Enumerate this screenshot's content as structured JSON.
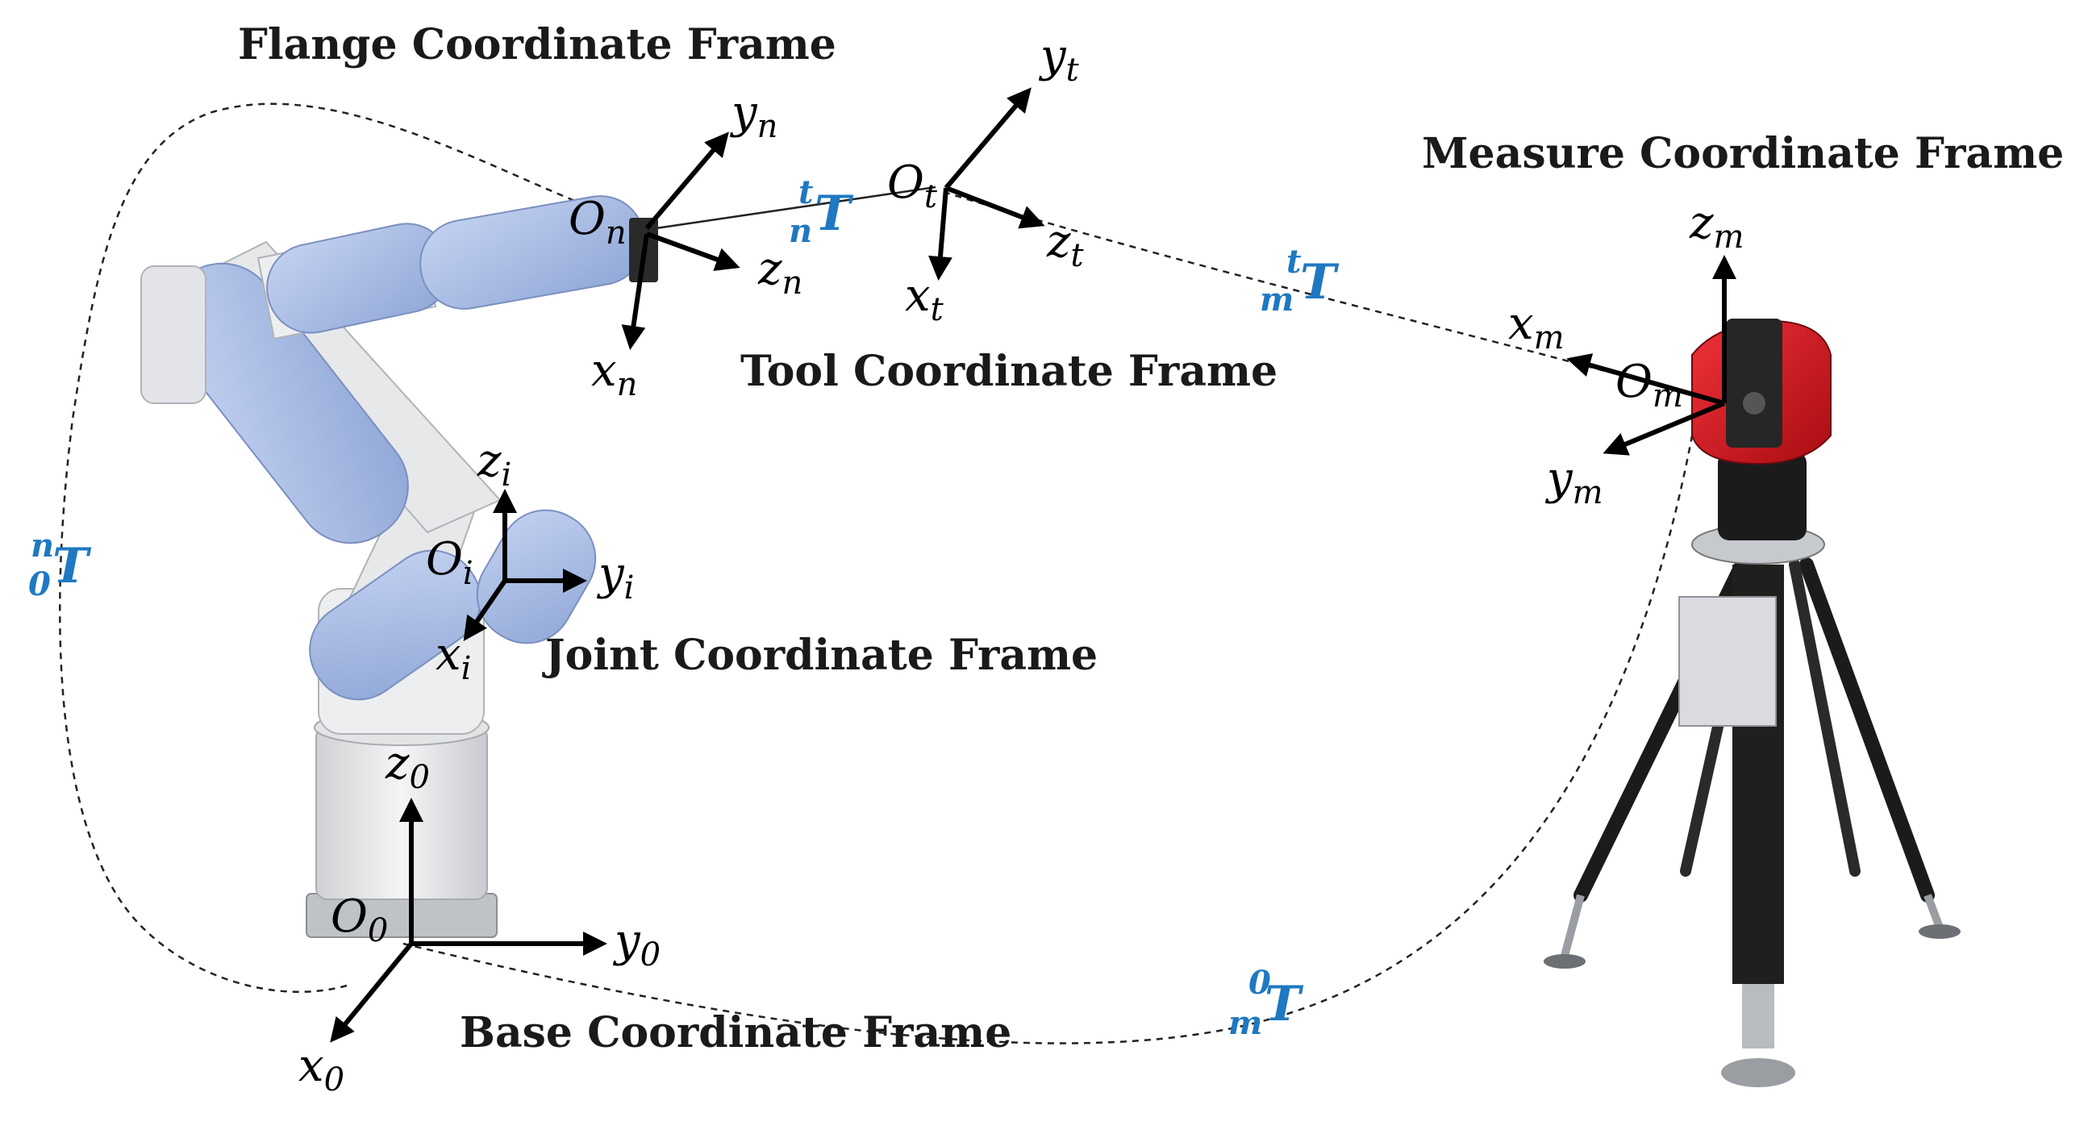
{
  "frames": {
    "flange": "Flange Coordinate Frame",
    "tool": "Tool Coordinate Frame",
    "measure": "Measure Coordinate Frame",
    "joint": "Joint Coordinate Frame",
    "base": "Base Coordinate Frame"
  },
  "axes": {
    "flange": {
      "origin": "O",
      "origin_sub": "n",
      "x": "x",
      "x_sub": "n",
      "y": "y",
      "y_sub": "n",
      "z": "z",
      "z_sub": "n"
    },
    "tool": {
      "origin": "O",
      "origin_sub": "t",
      "x": "x",
      "x_sub": "t",
      "y": "y",
      "y_sub": "t",
      "z": "z",
      "z_sub": "t"
    },
    "measure": {
      "origin": "O",
      "origin_sub": "m",
      "x": "x",
      "x_sub": "m",
      "y": "y",
      "y_sub": "m",
      "z": "z",
      "z_sub": "m"
    },
    "joint": {
      "origin": "O",
      "origin_sub": "i",
      "x": "x",
      "x_sub": "i",
      "y": "y",
      "y_sub": "i",
      "z": "z",
      "z_sub": "i"
    },
    "base": {
      "origin": "O",
      "origin_sub": "0",
      "x": "x",
      "x_sub": "0",
      "y": "y",
      "y_sub": "0",
      "z": "z",
      "z_sub": "0"
    }
  },
  "transforms": {
    "flange_to_tool": {
      "sup": "t",
      "sub": "n",
      "main": "T"
    },
    "tool_to_measure": {
      "sup": "t",
      "sub": "m",
      "main": "T"
    },
    "base_to_flange": {
      "sup": "n",
      "sub": "0",
      "main": "T"
    },
    "base_to_measure": {
      "sup": "0",
      "sub": "m",
      "main": "T"
    }
  },
  "colors": {
    "robot_link": "#a9bde6",
    "robot_body": "#e9eaec",
    "tracker_red": "#d8141c",
    "tracker_dark": "#1b1b1b",
    "transform_blue": "#1f78c1"
  }
}
